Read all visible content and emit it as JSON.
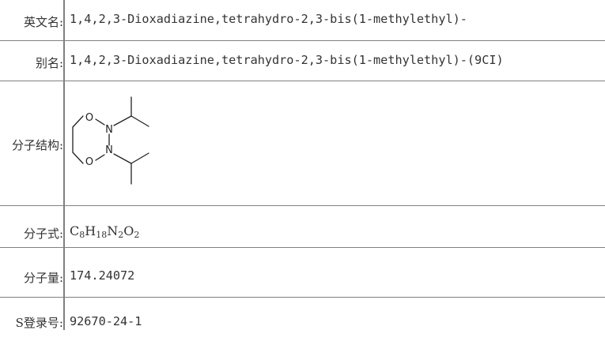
{
  "table": {
    "rows": [
      {
        "label": "英文名:",
        "value": "1,4,2,3-Dioxadiazine,tetrahydro-2,3-bis(1-methylethyl)-"
      },
      {
        "label": "别名:",
        "value": "1,4,2,3-Dioxadiazine,tetrahydro-2,3-bis(1-methylethyl)-(9CI)"
      },
      {
        "label": "分子结构:"
      },
      {
        "label": "分子式:",
        "formula": [
          {
            "t": "C"
          },
          {
            "s": "8"
          },
          {
            "t": "H"
          },
          {
            "s": "18"
          },
          {
            "t": "N"
          },
          {
            "s": "2"
          },
          {
            "t": "O"
          },
          {
            "s": "2"
          }
        ]
      },
      {
        "label": "分子量:",
        "value": "174.24072"
      },
      {
        "label": "S登录号:",
        "value": "92670-24-1"
      }
    ],
    "structure_atoms": {
      "o1": "O",
      "n1": "N",
      "n2": "N",
      "o2": "O"
    }
  }
}
